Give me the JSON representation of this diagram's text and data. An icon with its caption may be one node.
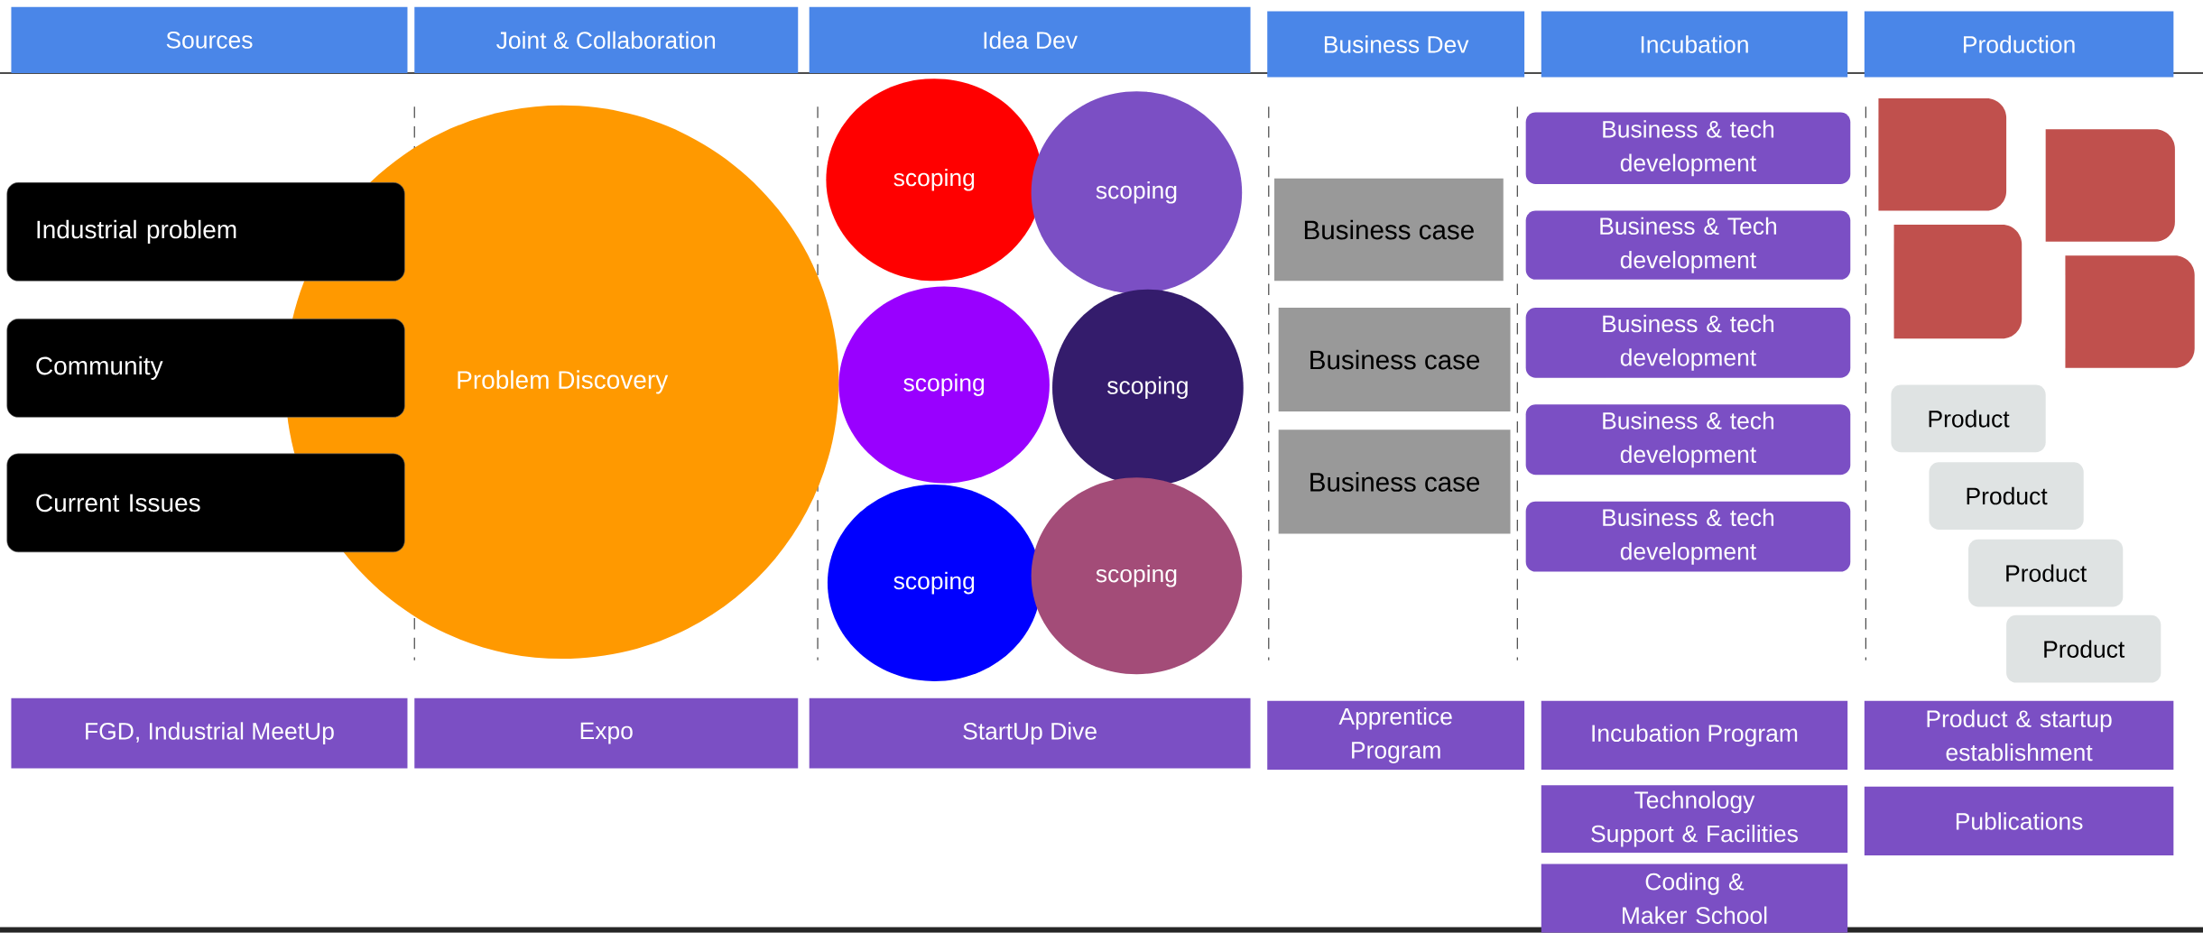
{
  "diagram": {
    "nodes": [
      {
        "text": [
          "Sources"
        ]
      },
      {
        "text": [
          "Joint & Collaboration"
        ]
      },
      {
        "text": [
          "Idea Dev"
        ]
      },
      {
        "text": [
          "Business Dev"
        ]
      },
      {
        "text": [
          "Incubation"
        ]
      },
      {
        "text": [
          "Production"
        ]
      },
      {
        "text": [
          "Industrial problem"
        ]
      },
      {
        "text": [
          "Community"
        ]
      },
      {
        "text": [
          "Current Issues"
        ]
      },
      {
        "text": [
          "Problem Discovery"
        ]
      },
      {
        "text": [
          "scoping"
        ]
      },
      {
        "text": [
          "scoping"
        ]
      },
      {
        "text": [
          "scoping"
        ]
      },
      {
        "text": [
          "scoping"
        ]
      },
      {
        "text": [
          "scoping"
        ]
      },
      {
        "text": [
          "scoping"
        ]
      },
      {
        "text": [
          "Business case"
        ]
      },
      {
        "text": [
          "Business case"
        ]
      },
      {
        "text": [
          "Business case"
        ]
      },
      {
        "text": [
          "Business & tech development"
        ]
      },
      {
        "text": [
          "Business & Tech development"
        ]
      },
      {
        "text": [
          "Business & tech development"
        ]
      },
      {
        "text": [
          "Business & tech development"
        ]
      },
      {
        "text": [
          "Business & tech development"
        ]
      },
      {
        "text": [],
        "shape": "box"
      },
      {
        "text": [],
        "shape": "box"
      },
      {
        "text": [],
        "shape": "box"
      },
      {
        "text": [],
        "shape": "box"
      },
      {
        "text": [
          "Product"
        ]
      },
      {
        "text": [
          "Product"
        ]
      },
      {
        "text": [
          "Product"
        ]
      },
      {
        "text": [
          "Product"
        ]
      },
      {
        "text": [
          "FGD, Industrial  MeetUp"
        ]
      },
      {
        "text": [
          "Expo"
        ]
      },
      {
        "text": [
          "StartUp Dive"
        ]
      },
      {
        "text": [
          "Apprentice Program"
        ]
      },
      {
        "text": [
          "Incubation Program"
        ]
      },
      {
        "text": [
          "Technology Support & Facilities"
        ]
      },
      {
        "text": [
          "Coding & Maker School"
        ]
      },
      {
        "text": [
          "Product & startup establishment"
        ]
      },
      {
        "text": [
          "Publications"
        ]
      }
    ]
  }
}
